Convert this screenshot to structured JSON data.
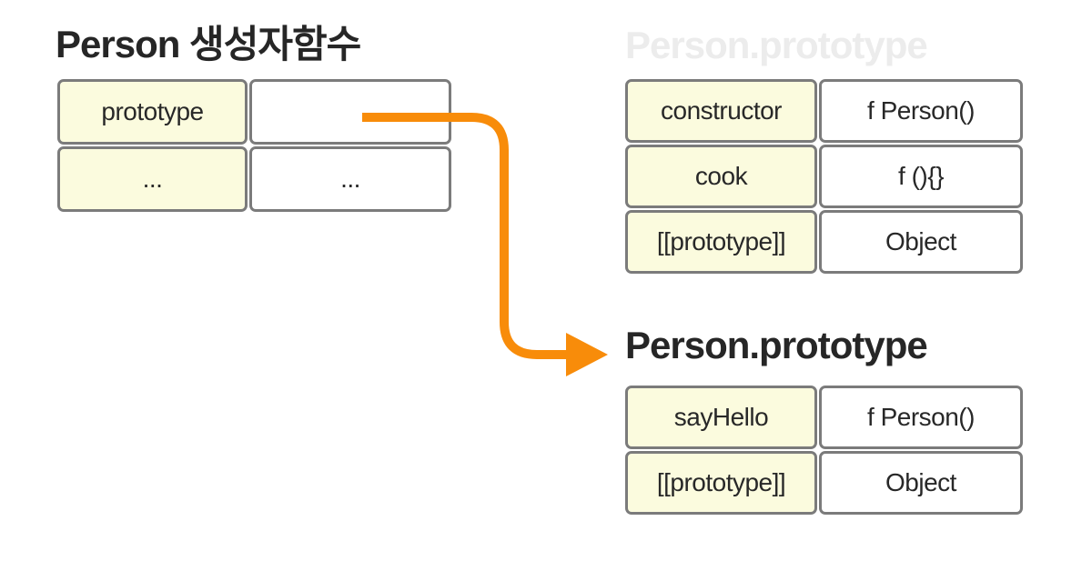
{
  "diagram": {
    "left_section": {
      "title": "Person 생성자함수",
      "table": {
        "rows": [
          {
            "key": "prototype",
            "value": ""
          },
          {
            "key": "...",
            "value": "..."
          }
        ]
      }
    },
    "top_right_section": {
      "title": "Person.prototype",
      "title_style": "ghosted",
      "table": {
        "rows": [
          {
            "key": "constructor",
            "value": "f Person()"
          },
          {
            "key": "cook",
            "value": "f (){}"
          },
          {
            "key": "[[prototype]]",
            "value": "Object"
          }
        ]
      }
    },
    "bottom_right_section": {
      "title": "Person.prototype",
      "table": {
        "rows": [
          {
            "key": "sayHello",
            "value": "f Person()"
          },
          {
            "key": "[[prototype]]",
            "value": "Object"
          }
        ]
      }
    },
    "arrow": {
      "meaning": "prototype property references the Person.prototype object",
      "color": "#f88c0a"
    },
    "colors": {
      "key_cell_bg": "#fbfbde",
      "value_cell_bg": "#ffffff",
      "cell_border": "#7b7b7b",
      "cell_text": "#282828",
      "title_text": "#262626",
      "ghost_title_text": "#ececec",
      "arrow_orange": "#f88c0a",
      "page_bg": "#ffffff"
    }
  }
}
